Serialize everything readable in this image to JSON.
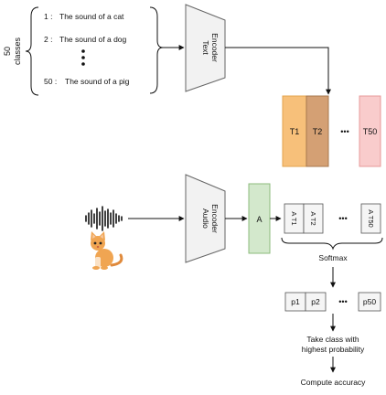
{
  "classes_label": [
    "50",
    "classes"
  ],
  "class_list": [
    {
      "index": "1 :",
      "text": "The sound of a cat"
    },
    {
      "index": "2 :",
      "text": "The sound of a dog"
    },
    {
      "index": "50 :",
      "text": "The sound of a pig"
    }
  ],
  "text_encoder": [
    "Text",
    "Encoder"
  ],
  "text_embeddings": {
    "items": [
      "T1",
      "T2",
      "T50"
    ],
    "ellipsis": "•••"
  },
  "audio_encoder": [
    "Audio",
    "Encoder"
  ],
  "audio_embedding": "A",
  "similarities": {
    "items": [
      "A T1",
      "A T2",
      "A T50"
    ],
    "ellipsis": "•••"
  },
  "softmax_label": "Softmax",
  "probabilities": {
    "items": [
      "p1",
      "p2",
      "p50"
    ],
    "ellipsis": "•••"
  },
  "step_take_class": [
    "Take class with",
    "highest probability"
  ],
  "step_compute": "Compute accuracy",
  "colors": {
    "t1_fill": "#f7c07a",
    "t1_stroke": "#e3a34d",
    "t2_fill": "#d4a074",
    "t2_stroke": "#a7774d",
    "t50_fill": "#f9cccc",
    "t50_stroke": "#e79a9a",
    "a_fill": "#d3e8cc",
    "a_stroke": "#8dbb7c",
    "encoder_fill": "#f2f2f2",
    "box_fill": "#f5f5f5"
  }
}
